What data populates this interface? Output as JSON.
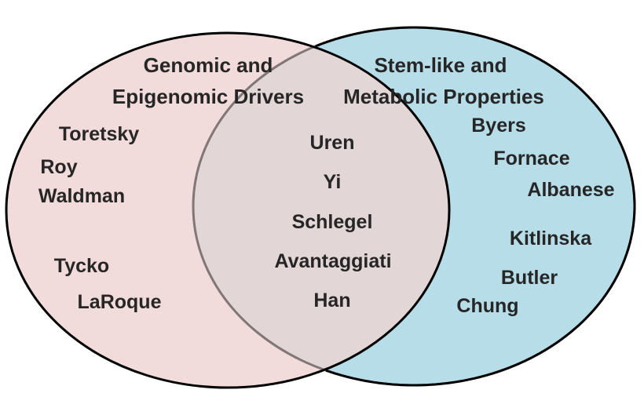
{
  "diagram": {
    "type": "venn",
    "colors": {
      "left_fill": "#f2dcdb",
      "right_fill": "#b7dde8",
      "overlap_fill": "#e3d6d7",
      "stroke": "#000000",
      "text": "#262626"
    },
    "left_set": {
      "title_line1": "Genomic and",
      "title_line2": "Epigenomic Drivers",
      "members": [
        "Toretsky",
        "Roy",
        "Waldman",
        "Tycko",
        "LaRoque"
      ]
    },
    "right_set": {
      "title_line1": "Stem-like and",
      "title_line2": "Metabolic Properties",
      "members": [
        "Byers",
        "Fornace",
        "Albanese",
        "Kitlinska",
        "Butler",
        "Chung"
      ]
    },
    "intersection": {
      "members": [
        "Uren",
        "Yi",
        "Schlegel",
        "Avantaggiati",
        "Han"
      ]
    }
  }
}
